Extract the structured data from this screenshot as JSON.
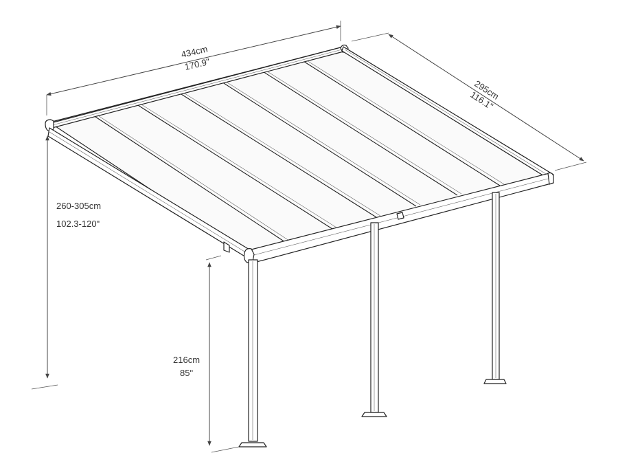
{
  "dimensions": {
    "width": {
      "metric": "434cm",
      "imperial": "170.9ʺ"
    },
    "depth": {
      "metric": "295cm",
      "imperial": "116.1ʺ"
    },
    "wall_height": {
      "metric": "260-305cm",
      "imperial": "102.3-120ʺ"
    },
    "post_height": {
      "metric": "216cm",
      "imperial": "85ʺ"
    }
  },
  "colors": {
    "line": "#222222",
    "dimension": "#444444",
    "background": "#ffffff"
  }
}
